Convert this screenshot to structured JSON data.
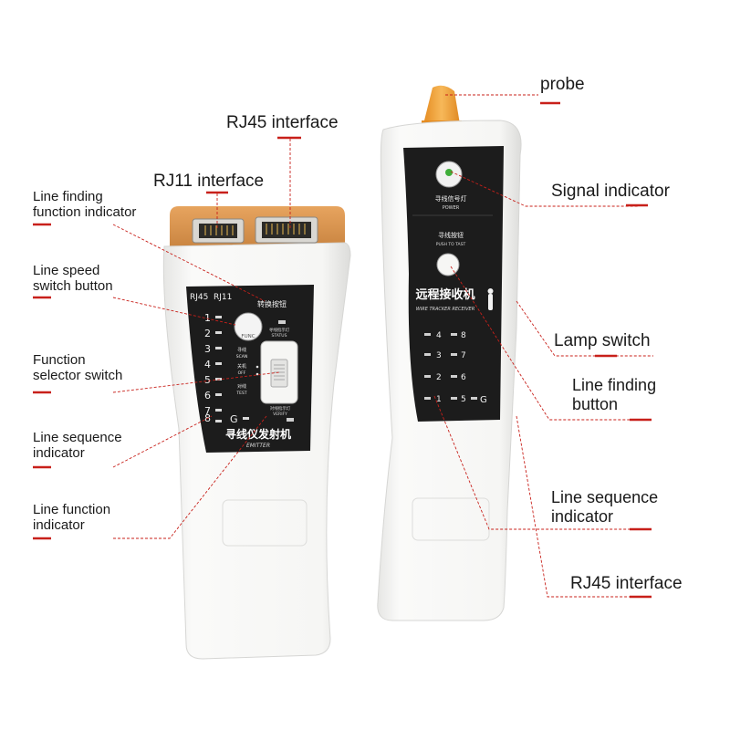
{
  "emitter": {
    "ports": {
      "rj45": "RJ45",
      "rj11": "RJ11"
    },
    "func_label_cn": "转换按钮",
    "func_button_label": "FUNC",
    "scan_led_cn": "寻线指示灯",
    "scan_led_en": "STATUS",
    "modes": [
      {
        "cn": "寻线",
        "en": "SCAN"
      },
      {
        "cn": "关机",
        "en": "OFF"
      },
      {
        "cn": "对线",
        "en": "TEST"
      }
    ],
    "verify_cn": "对线指示灯",
    "verify_en": "VERIFY",
    "numbers": [
      "1",
      "2",
      "3",
      "4",
      "5",
      "6",
      "7",
      "8"
    ],
    "ground": "G",
    "title_cn": "寻线仪发射机",
    "title_en": "EMITTER"
  },
  "receiver": {
    "power_cn": "寻线信号灯",
    "power_en": "POWER",
    "push_cn": "寻线按钮",
    "push_en": "PUSH TO TAST",
    "title_cn": "远程接收机",
    "title_en": "WIRE TRACKER RECEIVER",
    "led_numbers": {
      "r1_left": "4",
      "r1_right": "8",
      "r2_left": "3",
      "r2_right": "7",
      "r3_left": "2",
      "r3_right": "6",
      "r4_left": "1",
      "r4_right": "5",
      "ground": "G"
    }
  },
  "callouts": {
    "probe": "probe",
    "rj45_interface_top": "RJ45 interface",
    "rj11_interface": "RJ11 interface",
    "line_finding_function_indicator": [
      "Line finding",
      "function indicator"
    ],
    "line_speed_switch_button": [
      "Line speed",
      "switch button"
    ],
    "function_selector_switch": [
      "Function",
      "selector switch"
    ],
    "line_sequence_indicator_left": [
      "Line sequence",
      "indicator"
    ],
    "line_function_indicator": [
      "Line function",
      "indicator"
    ],
    "signal_indicator": "Signal indicator",
    "lamp_switch": "Lamp switch",
    "line_finding_button": [
      "Line finding",
      "button"
    ],
    "line_sequence_indicator_right": [
      "Line sequence",
      "indicator"
    ],
    "rj45_interface_right": "RJ45 interface"
  },
  "colors": {
    "accent_red": "#c8201a",
    "body_white": "#f4f4f2",
    "panel_black": "#1c1c1c",
    "orange": "#e8a35a",
    "probe_orange": "#f2a23a",
    "led_green": "#3fae3a"
  }
}
